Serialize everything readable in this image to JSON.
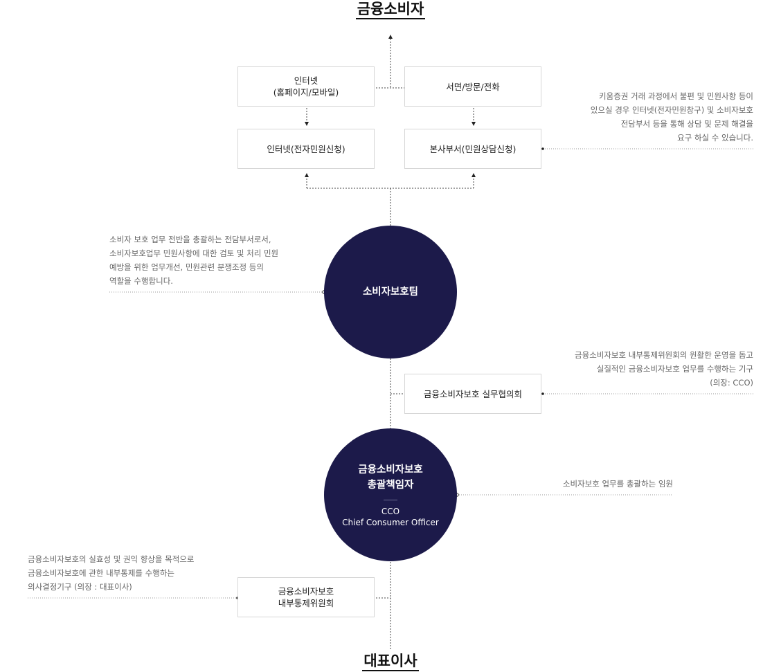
{
  "top_title": "금융소비자",
  "bottom_title": "대표이사",
  "boxes": {
    "internet_homepage": "인터넷\n(홈페이지/모바일)",
    "written_visit_phone": "서면/방문/전화",
    "internet_e_complaint": "인터넷(전자민원신청)",
    "head_office": "본사부서(민원상담신청)",
    "working_council": "금융소비자보호 실무협의회",
    "internal_control_committee": "금융소비자보호\n내부통제위원회"
  },
  "circles": {
    "protection_team": "소비자보호팀",
    "cco_title": "금융소비자보호\n총괄책임자",
    "cco_abbr": "CCO",
    "cco_full": "Chief  Consumer Officer"
  },
  "descriptions": {
    "complaint_channels": "키움증권 거래 과정에서 불편 및 민원사항 등이\n있으실 경우 인터넷(전자민원창구) 및 소비자보호\n전담부서 등을 통해 상담 및 문제 해결을\n요구 하실 수 있습니다.",
    "protection_team": "소비자 보호 업무 전반을 총괄하는 전담부서로서,\n소비자보호업무 민원사항에 대한 검토 및 처리 민원\n예방을 위한 업무개선, 민원관련 분쟁조정 등의\n역할을 수행합니다.",
    "working_council": "금융소비자보호 내부통제위원회의 원활한 운영을 돕고\n실질적인 금융소비자보호  업무를 수행하는 기구\n(의장: CCO)",
    "cco": "소비자보호 업무를 총괄하는 임원",
    "internal_control_committee": "금융소비자보호의 실효성 및 권익 향상을 목적으로\n금융소비자보호에 관한 내부통제를 수행하는\n의사결정기구 (의장 : 대표이사)"
  },
  "colors": {
    "circle_fill": "#1c1a4a",
    "box_border": "#d6d6d6",
    "line": "#444444",
    "leader_line": "#999999",
    "description_text": "#666666"
  }
}
